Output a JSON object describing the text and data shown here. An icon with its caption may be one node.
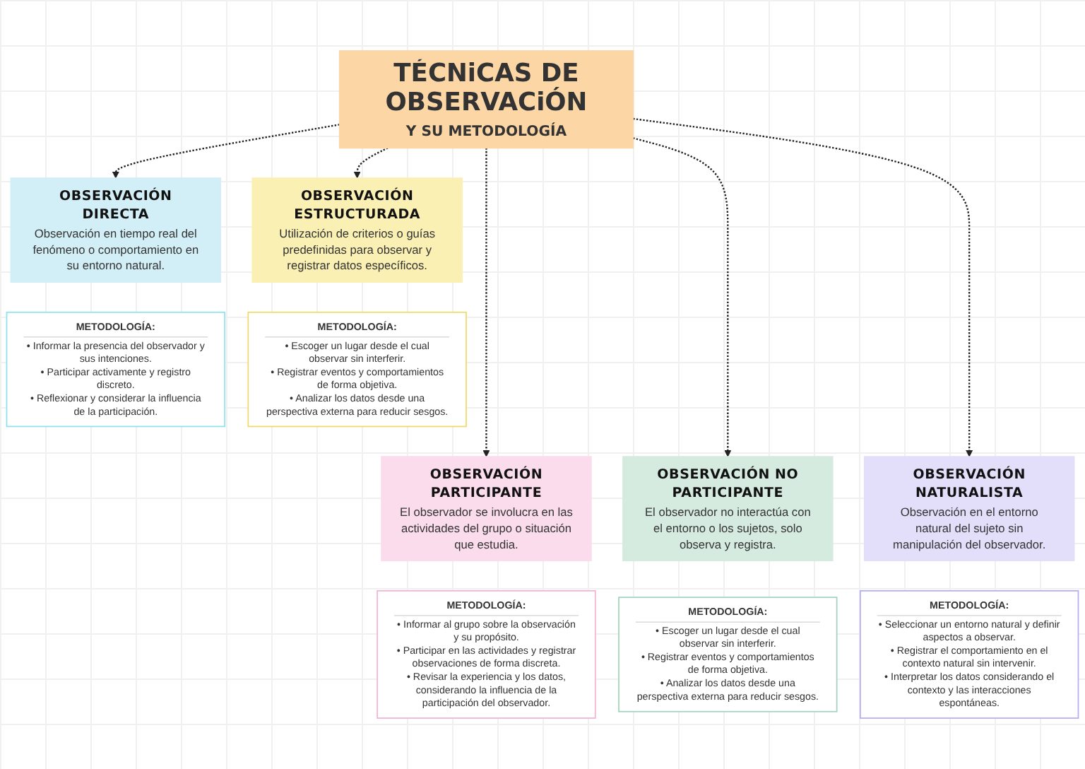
{
  "diagram": {
    "nodes": [
      {
        "text": [
          "OBSERVACIÓN DIRECTA",
          "Observación en tiempo real del fenómeno o comportamiento en su entorno natural."
        ]
      },
      {
        "text": [
          "TÉCNiCAS DE OBSERVACiÓN",
          "Y SU METODOLOGÍA"
        ]
      },
      {
        "text": [
          "OBSERVACIÓN ESTRUCTURADA",
          "Utilización de criterios o guías predefinidas para observar y registrar datos específicos."
        ]
      },
      {
        "text": [
          "METODOLOGÍA:",
          "• Informar la presencia del observador y sus intenciones.",
          "• Participar activamente y registro discreto.",
          "• Reflexionar y considerar la influencia de la participación."
        ]
      },
      {
        "text": [
          "METODOLOGÍA:",
          "• Escoger un lugar desde el cual observar sin interferir.",
          "• Registrar eventos y comportamientos de forma objetiva.",
          "• Analizar los datos desde una perspectiva externa para reducir sesgos."
        ]
      },
      {
        "text": [
          "OBSERVACIÓN PARTICIPANTE",
          "El observador se involucra en las actividades del grupo o situación que estudia."
        ]
      },
      {
        "text": [
          "OBSERVACIÓN NO PARTICIPANTE",
          "El observador no interactúa con el entorno o los sujetos, solo observa y registra."
        ]
      },
      {
        "text": [
          "OBSERVACIÓN NATURALISTA",
          "Observación en el entorno natural del sujeto sin manipulación del observador."
        ]
      },
      {
        "text": [
          "METODOLOGÍA:",
          "• Informar al grupo sobre la observación y su propósito.",
          "• Participar en las actividades y registrar observaciones de forma discreta.",
          "• Revisar la experiencia y los datos, considerando la influencia de la participación del observador."
        ]
      },
      {
        "text": [
          "METODOLOGÍA:",
          "• Escoger un lugar desde el cual observar sin interferir.",
          "• Registrar eventos y comportamientos de forma objetiva.",
          "• Analizar los datos desde una perspectiva externa para reducir sesgos."
        ]
      },
      {
        "text": [
          "METODOLOGÍA:",
          "• Seleccionar un entorno natural y definir aspectos a observar.",
          "• Registrar el comportamiento en el contexto natural sin intervenir.",
          "• Interpretar los datos considerando el contexto y las interacciones espontáneas."
        ]
      }
    ],
    "edges": [
      {
        "from": 1,
        "to": 0,
        "arrow": "to",
        "style": "dashed"
      },
      {
        "from": 1,
        "to": 5,
        "arrow": "to",
        "style": "dashed"
      },
      {
        "from": 1,
        "to": 6,
        "arrow": "to",
        "style": "dashed"
      },
      {
        "from": 1,
        "to": 7,
        "arrow": "to",
        "style": "dashed"
      },
      {
        "from": 1,
        "to": 2,
        "arrow": "to",
        "style": "dashed"
      }
    ]
  }
}
